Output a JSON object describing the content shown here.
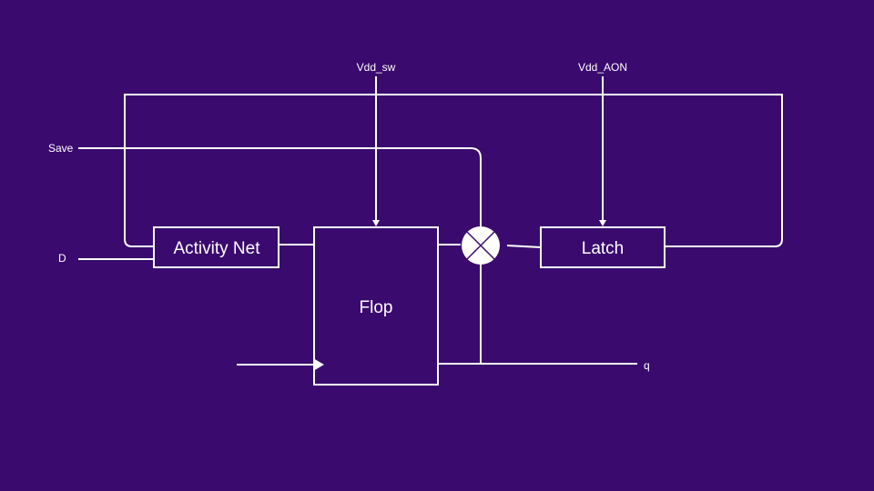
{
  "diagram": {
    "background": "#3a0a6e",
    "stroke_color": "#ffffff",
    "inputs": {
      "save": "Save",
      "d": "D",
      "vdd_sw": "Vdd_sw",
      "vdd_aon": "Vdd_AON"
    },
    "outputs": {
      "q": "q"
    },
    "blocks": {
      "activity_net": "Activity Net",
      "flop": "Flop",
      "latch": "Latch"
    },
    "nodes": {
      "mux": "crossed-circle-switch"
    }
  }
}
